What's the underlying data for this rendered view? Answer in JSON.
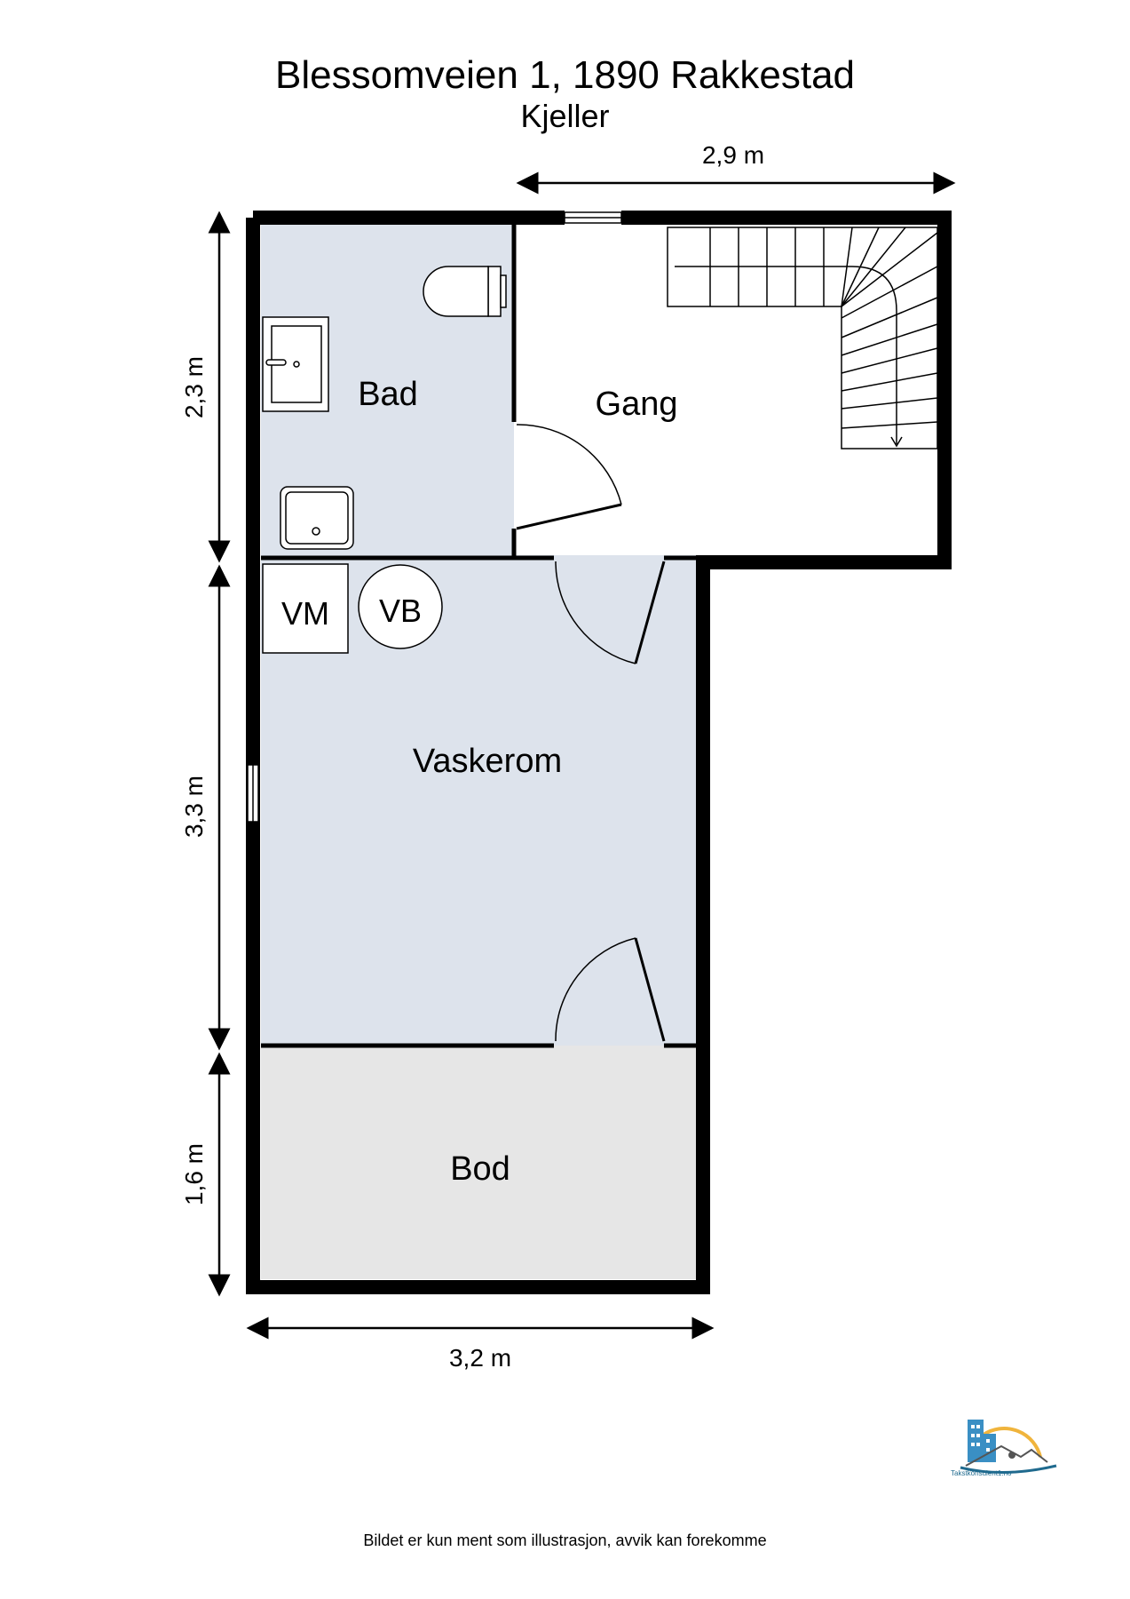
{
  "header": {
    "address": "Blessomveien 1, 1890 Rakkestad",
    "floor": "Kjeller"
  },
  "rooms": {
    "bad": "Bad",
    "gang": "Gang",
    "vaskerom": "Vaskerom",
    "bod": "Bod"
  },
  "fixtures": {
    "washing_machine": "VM",
    "water_heater": "VB"
  },
  "dimensions": {
    "top_width": "2,9 m",
    "bottom_width": "3,2 m",
    "height_bad": "2,3 m",
    "height_vaskerom": "3,3 m",
    "height_bod": "1,6 m"
  },
  "logo": {
    "text": "Takstkonsulent1.no"
  },
  "footer": {
    "disclaimer": "Bildet er kun ment som illustrasjon, avvik kan forekomme"
  },
  "colors": {
    "wall": "#000000",
    "bad_fill": "#dde3ec",
    "vaskerom_fill": "#dde3ec",
    "gang_fill": "#ffffff",
    "bod_fill": "#e6e6e6",
    "logo_blue": "#3a8fc4",
    "logo_gold": "#f0b43c"
  }
}
